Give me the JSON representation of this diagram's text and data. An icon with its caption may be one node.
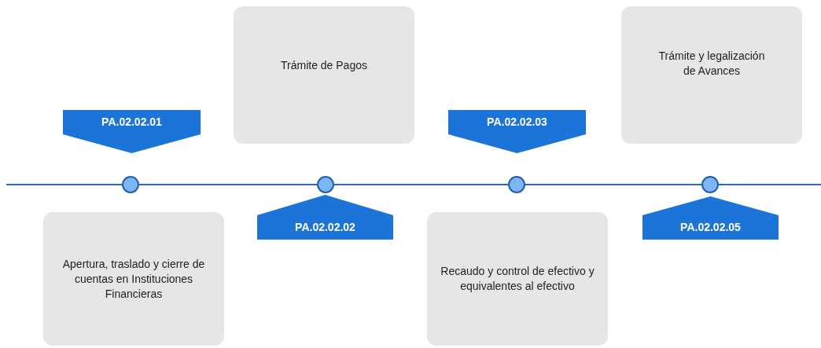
{
  "diagram": {
    "nodes": [
      {
        "text": [
          "PA.02.02.01"
        ]
      },
      {
        "text": [],
        "shape": "circle"
      },
      {
        "text": [
          "Apertura, traslado y cierre de cuentas en Instituciones Financieras"
        ]
      },
      {
        "text": [
          "Trámite de Pagos"
        ]
      },
      {
        "text": [],
        "shape": "circle"
      },
      {
        "text": [
          "PA.02.02.02"
        ]
      },
      {
        "text": [
          "PA.02.02.03"
        ]
      },
      {
        "text": [],
        "shape": "circle"
      },
      {
        "text": [
          "Recaudo y control de efectivo y equivalentes al efectivo"
        ]
      },
      {
        "text": [
          "Trámite y legalización de Avances"
        ]
      },
      {
        "text": [],
        "shape": "circle"
      },
      {
        "text": [
          "PA.02.02.05"
        ]
      }
    ]
  }
}
